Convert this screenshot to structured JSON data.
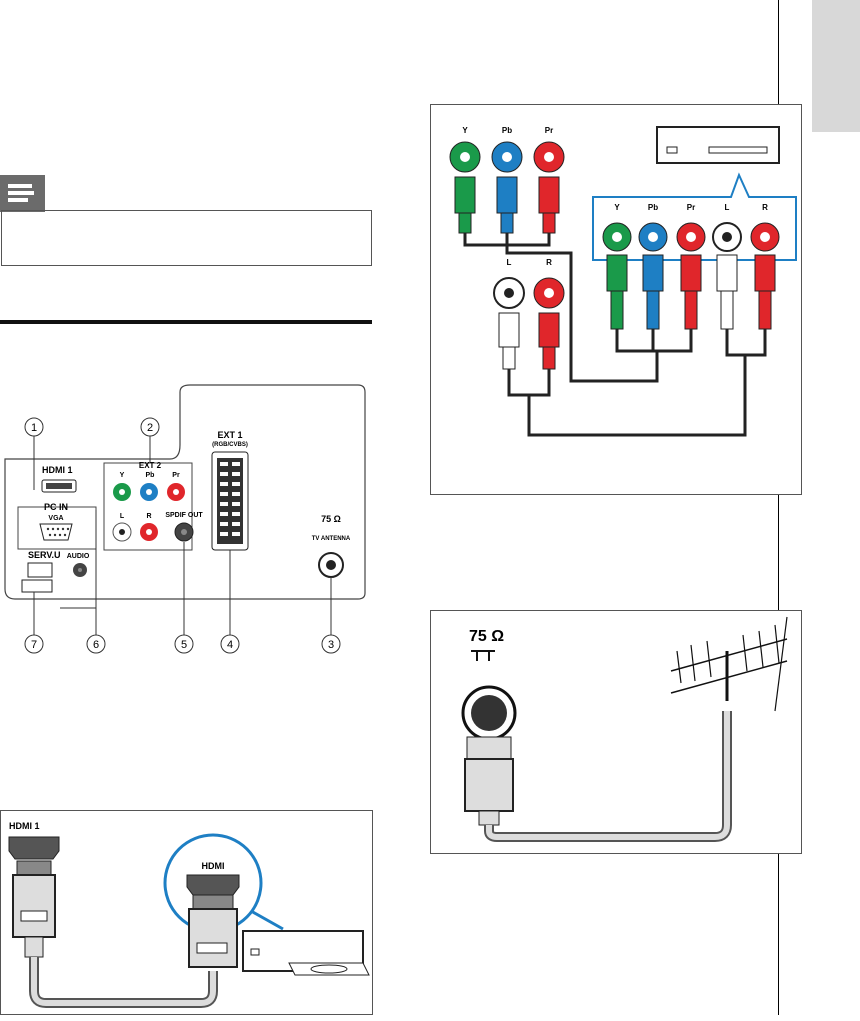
{
  "rear_panel": {
    "callouts": [
      "1",
      "2",
      "3",
      "4",
      "5",
      "6",
      "7"
    ],
    "labels": {
      "hdmi1": "HDMI 1",
      "ext2": "EXT 2",
      "y": "Y",
      "pb": "Pb",
      "pr": "Pr",
      "l": "L",
      "r": "R",
      "pc_in": "PC IN",
      "vga": "VGA",
      "spdif_out": "SPDIF OUT",
      "ext1": "EXT 1",
      "ext1_sub": "(RGB/CVBS)",
      "ohm": "75 Ω",
      "tv_antenna": "TV ANTENNA",
      "servu": "SERV.U",
      "audio": "AUDIO"
    }
  },
  "component_diagram": {
    "cable_labels": [
      "Y",
      "Pb",
      "Pr"
    ],
    "audio_labels": [
      "L",
      "R"
    ],
    "device_labels": [
      "Y",
      "Pb",
      "Pr",
      "L",
      "R"
    ]
  },
  "hdmi_diagram": {
    "tv_label": "HDMI 1",
    "device_label": "HDMI"
  },
  "antenna_diagram": {
    "ohm": "75 Ω"
  },
  "colors": {
    "green": "#1a9a4a",
    "blue": "#1e7fc4",
    "red": "#e0262b",
    "white": "#ffffff",
    "tab": "#d8d8d8"
  }
}
